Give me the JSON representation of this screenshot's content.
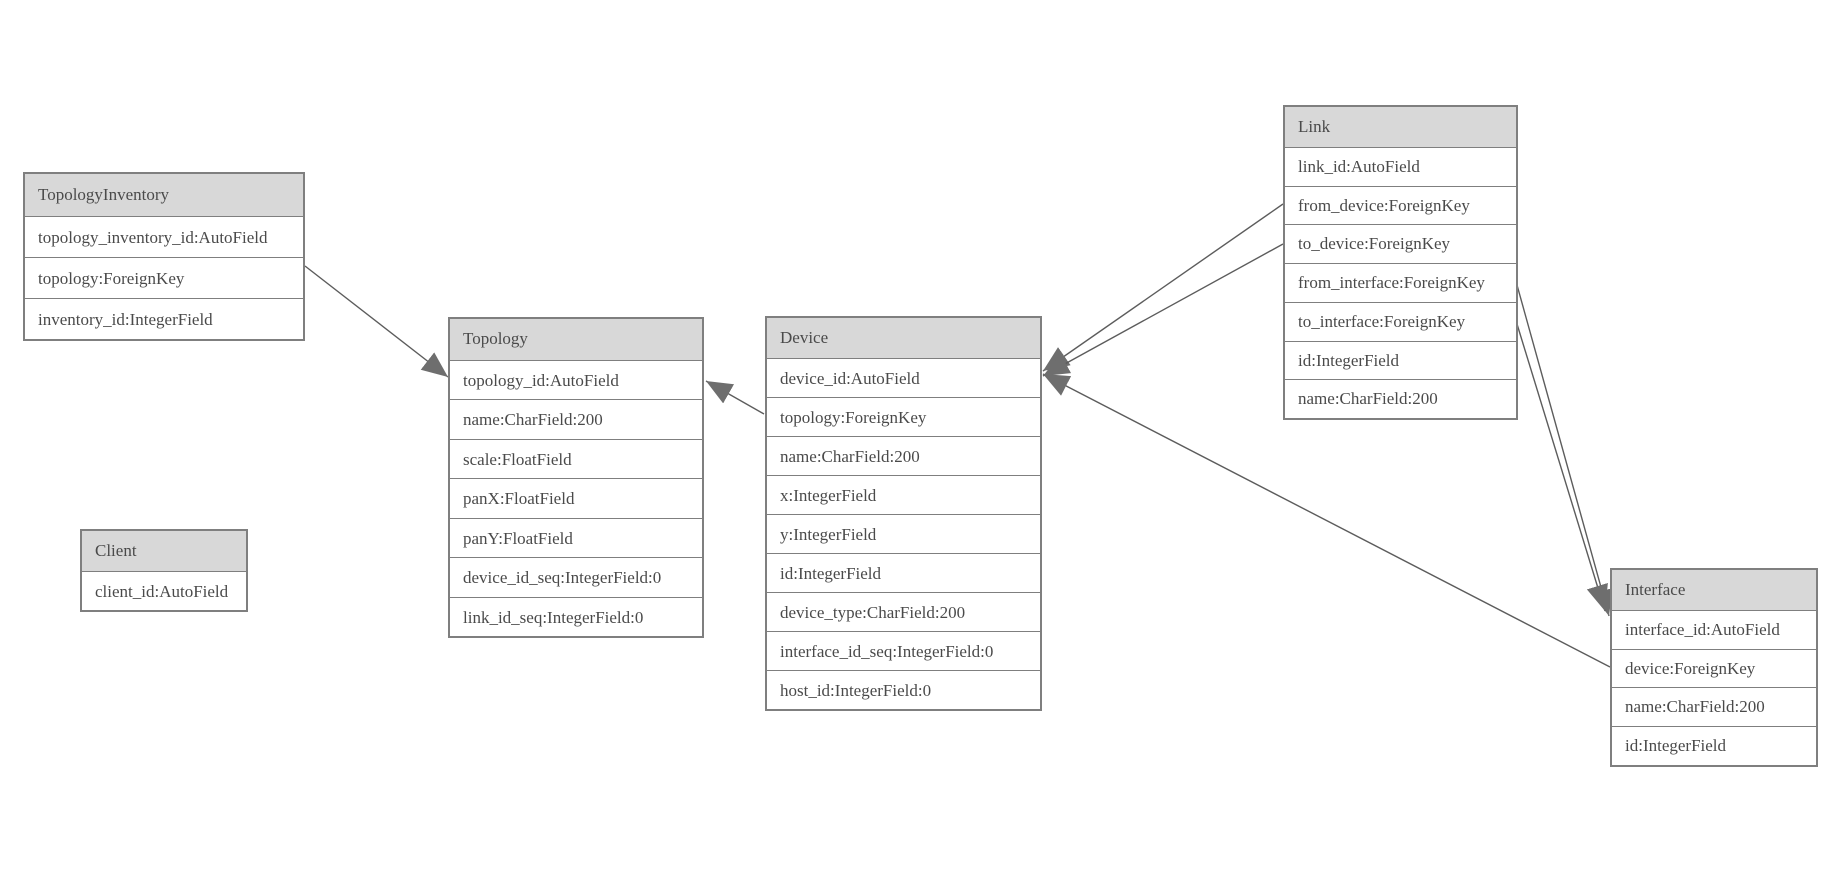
{
  "diagram": {
    "title": "model-relationship-diagram",
    "colors": {
      "canvas_bg": "#ffffff",
      "header_bg": "#d8d8d8",
      "border": "#7f7f7f",
      "text": "#4a4a4a",
      "line": "#5c5c5c",
      "arrow": "#6e6e6e"
    },
    "tables": [
      {
        "name": "TopologyInventory",
        "fields": [
          "topology_inventory_id:AutoField",
          "topology:ForeignKey",
          "inventory_id:IntegerField"
        ]
      },
      {
        "name": "Topology",
        "fields": [
          "topology_id:AutoField",
          "name:CharField:200",
          "scale:FloatField",
          "panX:FloatField",
          "panY:FloatField",
          "device_id_seq:IntegerField:0",
          "link_id_seq:IntegerField:0"
        ]
      },
      {
        "name": "Client",
        "fields": [
          "client_id:AutoField"
        ]
      },
      {
        "name": "Device",
        "fields": [
          "device_id:AutoField",
          "topology:ForeignKey",
          "name:CharField:200",
          "x:IntegerField",
          "y:IntegerField",
          "id:IntegerField",
          "device_type:CharField:200",
          "interface_id_seq:IntegerField:0",
          "host_id:IntegerField:0"
        ]
      },
      {
        "name": "Link",
        "fields": [
          "link_id:AutoField",
          "from_device:ForeignKey",
          "to_device:ForeignKey",
          "from_interface:ForeignKey",
          "to_interface:ForeignKey",
          "id:IntegerField",
          "name:CharField:200"
        ]
      },
      {
        "name": "Interface",
        "fields": [
          "interface_id:AutoField",
          "device:ForeignKey",
          "name:CharField:200",
          "id:IntegerField"
        ]
      }
    ],
    "relationships": [
      {
        "from": "TopologyInventory.topology",
        "to": "Topology.topology_id"
      },
      {
        "from": "Device.topology",
        "to": "Topology.topology_id"
      },
      {
        "from": "Link.from_device",
        "to": "Device.device_id"
      },
      {
        "from": "Link.to_device",
        "to": "Device.device_id"
      },
      {
        "from": "Link.from_interface",
        "to": "Interface.interface_id"
      },
      {
        "from": "Link.to_interface",
        "to": "Interface.interface_id"
      },
      {
        "from": "Interface.device",
        "to": "Device.device_id"
      }
    ]
  }
}
